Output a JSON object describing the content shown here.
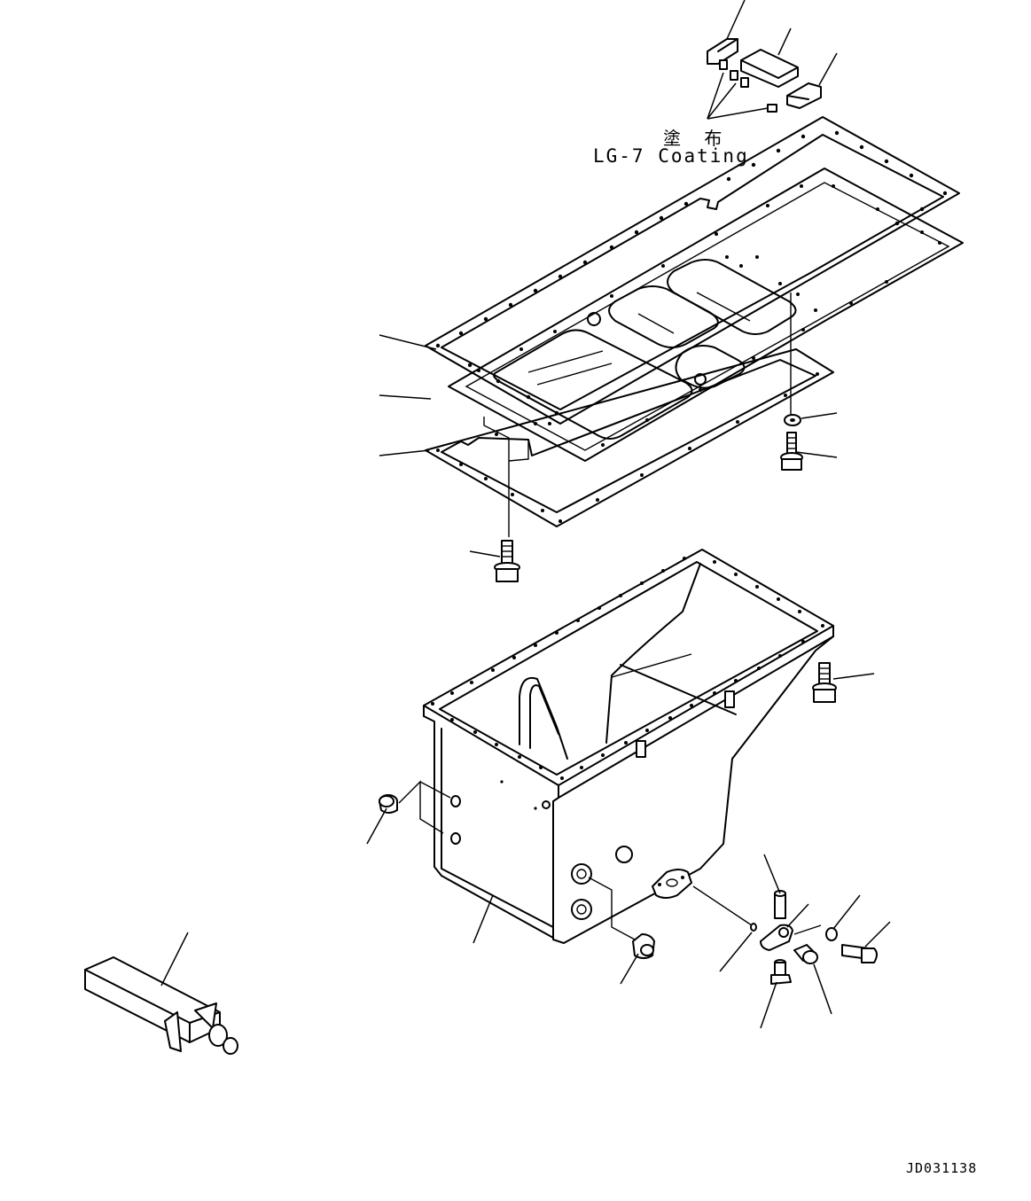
{
  "annotation": {
    "japanese": "塗 布",
    "english": "LG-7 Coating"
  },
  "drawing_number": "JD031138",
  "colors": {
    "line": "#000000",
    "background": "#ffffff"
  }
}
